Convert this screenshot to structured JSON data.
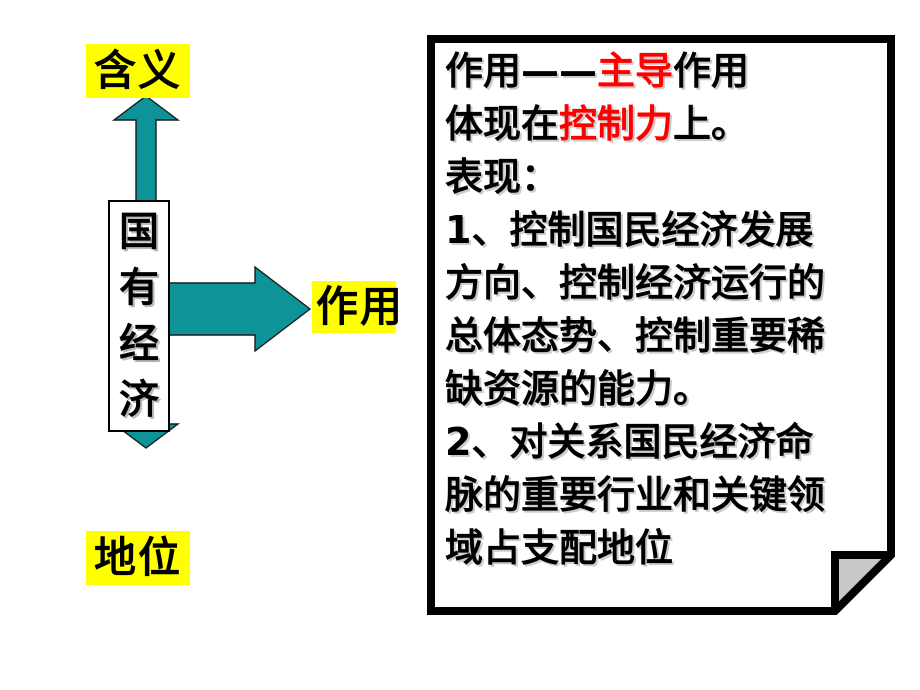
{
  "slide": {
    "background_color": "#ffffff",
    "accent_teal": "#0d9499",
    "highlight_yellow": "#ffff00",
    "emphasis_red": "#ff0000",
    "outline_black": "#000000",
    "fold_gray": "#c8c8c8"
  },
  "diagram": {
    "center_box": {
      "label": "国有经济",
      "characters": [
        "国",
        "有",
        "经",
        "济"
      ],
      "orientation": "vertical"
    },
    "branches": [
      {
        "id": "meaning",
        "label": "含义",
        "direction": "up",
        "arrow": "double-headed-vertical-arrow"
      },
      {
        "id": "role",
        "label": "作用",
        "direction": "right",
        "arrow": "right-arrow"
      },
      {
        "id": "status",
        "label": "地位",
        "direction": "down",
        "arrow": "double-headed-vertical-arrow"
      }
    ]
  },
  "note": {
    "style": "folded-corner-note",
    "lines": [
      {
        "id": "line1",
        "segments": [
          {
            "text": "作用——",
            "color": "#000000"
          },
          {
            "text": "主导",
            "color": "#ff0000"
          },
          {
            "text": "作用",
            "color": "#000000"
          }
        ]
      },
      {
        "id": "line2",
        "segments": [
          {
            "text": "体现在",
            "color": "#000000"
          },
          {
            "text": "控制力",
            "color": "#ff0000"
          },
          {
            "text": "上。",
            "color": "#000000"
          }
        ]
      },
      {
        "id": "line3",
        "segments": [
          {
            "text": "表现：",
            "color": "#000000"
          }
        ]
      },
      {
        "id": "line4",
        "segments": [
          {
            "text": "1、控制国民经济发展",
            "color": "#000000"
          }
        ]
      },
      {
        "id": "line5",
        "segments": [
          {
            "text": "方向、控制经济运行的",
            "color": "#000000"
          }
        ]
      },
      {
        "id": "line6",
        "segments": [
          {
            "text": "总体态势、控制重要稀",
            "color": "#000000"
          }
        ]
      },
      {
        "id": "line7",
        "segments": [
          {
            "text": "缺资源的能力。",
            "color": "#000000"
          }
        ]
      },
      {
        "id": "line8",
        "segments": [
          {
            "text": "2、对关系国民经济命",
            "color": "#000000"
          }
        ]
      },
      {
        "id": "line9",
        "segments": [
          {
            "text": "脉的重要行业和关键领",
            "color": "#000000"
          }
        ]
      },
      {
        "id": "line10",
        "segments": [
          {
            "text": "域占支配地位",
            "color": "#000000"
          }
        ]
      }
    ]
  }
}
